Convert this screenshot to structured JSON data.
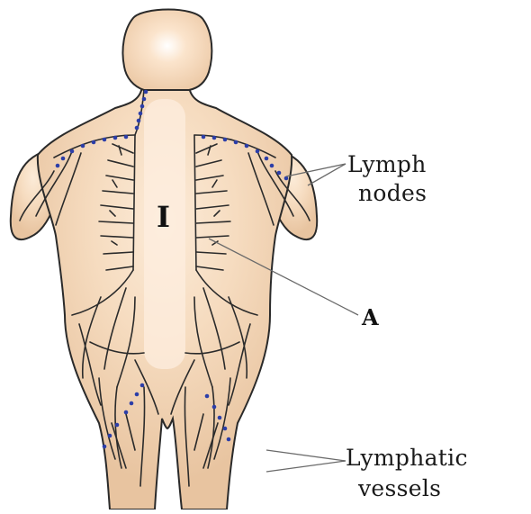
{
  "labels": {
    "lymph_nodes_line1": "Lymph",
    "lymph_nodes_line2": "nodes",
    "marker_a": "A",
    "marker_i": "I",
    "lymphatic_vessels_line1": "Lymphatic",
    "lymphatic_vessels_line2": "vessels"
  },
  "colors": {
    "skin_outer": "#eccaa8",
    "skin_center": "#fbe6cf",
    "outline": "#2a2a2a",
    "vessel": "#2b2b2b",
    "node": "#2c3ea8",
    "leader_line": "#6a6a6a"
  }
}
